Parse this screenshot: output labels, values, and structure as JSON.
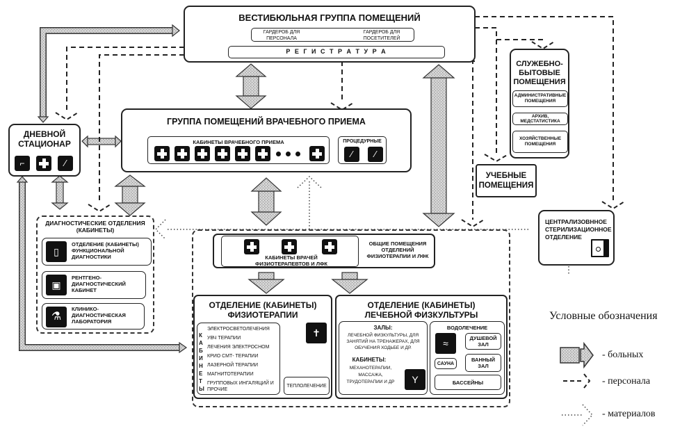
{
  "vestibule": {
    "title": "ВЕСТИБЮЛЬНАЯ ГРУППА ПОМЕЩЕНИЙ",
    "wardrobe_staff": "ГАРДЕРОБ ДЛЯ ПЕРСОНАЛА",
    "wardrobe_visitors": "ГАРДЕРОБ ДЛЯ ПОСЕТИТЕЛЕЙ",
    "registry": "Р Е Г И С Т Р А Т У Р А"
  },
  "service": {
    "title": "СЛУЖЕБНО-БЫТОВЫЕ ПОМЕЩЕНИЯ",
    "items": [
      "АДМИНИСТРАТИВНЫЕ ПОМЕЩЕНИЯ",
      "АРХИВ, МЕДСТАТИСТИКА",
      "ХОЗЯЙСТВЕННЫЕ ПОМЕЩЕНИЯ"
    ]
  },
  "training": {
    "title": "УЧЕБНЫЕ ПОМЕЩЕНИЯ"
  },
  "reception": {
    "title": "ГРУППА ПОМЕЩЕНИЙ ВРАЧЕБНОГО ПРИЕМА",
    "offices_label": "КАБИНЕТЫ ВРАЧЕБНОГО ПРИЕМА",
    "office_icons": [
      "medical-cross-icon",
      "medical-cross-icon",
      "medical-cross-icon",
      "medical-cross-icon",
      "medical-cross-icon",
      "medical-cross-icon",
      "ellipsis",
      "medical-cross-icon"
    ],
    "procedures_label": "ПРОЦЕДУРНЫЕ",
    "procedure_icons": [
      "syringe-icon",
      "syringe-icon"
    ]
  },
  "day_hospital": {
    "title": "ДНЕВНОЙ СТАЦИОНАР",
    "icons": [
      "bed-icon",
      "medical-cross-icon",
      "syringe-icon"
    ]
  },
  "diagnostics": {
    "title": "ДИАГНОСТИЧЕСКИЕ ОТДЕЛЕНИЯ (КАБИНЕТЫ)",
    "items": [
      {
        "label": "ОТДЕЛЕНИЕ (КАБИНЕТЫ) ФУНКЦИОНАЛЬНОЙ ДИАГНОСТИКИ",
        "icon": "ecg-icon"
      },
      {
        "label": "РЕНТГЕНО-ДИАГНОСТИЧЕСКИЙ КАБИНЕТ",
        "icon": "xray-icon"
      },
      {
        "label": "КЛИНИКО-ДИАГНОСТИЧЕСКАЯ ЛАБОРАТОРИЯ",
        "icon": "flask-icon"
      }
    ]
  },
  "sterilization": {
    "title": "ЦЕНТРАЛИЗОВННОЕ СТЕРИЛИЗАЦИОННОЕ ОТДЕЛЕНИЕ",
    "icon": "autoclave-icon"
  },
  "physio_common": {
    "doctors_offices": "КАБИНЕТЫ ВРАЧЕЙ ФИЗИОТЕРАПЕВТОВ И ЛФК",
    "common_rooms": "ОБЩИЕ ПОМЕЩЕНИЯ ОТДЕЛЕНИЙ ФИЗИОТЕРАПИИ И ЛФК"
  },
  "physiotherapy": {
    "title": "ОТДЕЛЕНИЕ (КАБИНЕТЫ) ФИЗИОТЕРАПИИ",
    "vertical_label": "КАБИНЕТЫ",
    "cabinets": [
      "ЭЛЕКТРОСВЕТОЛЕЧЕНИЯ",
      "УВЧ ТЕРАПИИ",
      "ЛЕЧЕНИЯ ЭЛЕКТРОСНОМ",
      "КРИО СМТ- ТЕРАПИИ",
      "ЛАЗЕРНОЙ ТЕРАПИИ",
      "МАГНИТОТЕРАПИИ",
      "ГРУППОВЫХ ИНГАЛЯЦИЙ И ПРОЧИЕ"
    ],
    "heat": "ТЕПЛОЛЕЧЕНИЕ",
    "icon": "adult-child-icon"
  },
  "exercise": {
    "title": "ОТДЕЛЕНИЕ (КАБИНЕТЫ) ЛЕЧЕБНОЙ ФИЗКУЛЬТУРЫ",
    "halls_label": "ЗАЛЫ:",
    "halls_text": "ЛЕЧЕБНОЙ ФИЗКУЛЬТУРЫ, ДЛЯ ЗАНЯТИЙ НА ТРЕНАЖЕРАХ, ДЛЯ ОБУЧЕНИЯ ХОДЬБЕ И ДР.",
    "cabinets_label": "КАБИНЕТЫ:",
    "cabinets_text": "МЕХАНОТЕРАПИИ, МАССАЖА, ТРУДОТЕРАПИИ И ДР",
    "hydro_title": "ВОДОЛЕЧЕНИЕ",
    "shower": "ДУШЕВОЙ ЗАЛ",
    "sauna": "САУНА",
    "bath": "ВАННЫЙ ЗАЛ",
    "pools": "БАССЕЙНЫ"
  },
  "legend": {
    "title": "Условные обозначения",
    "patients": "- больных",
    "staff": "- персонала",
    "materials": "- материалов"
  }
}
